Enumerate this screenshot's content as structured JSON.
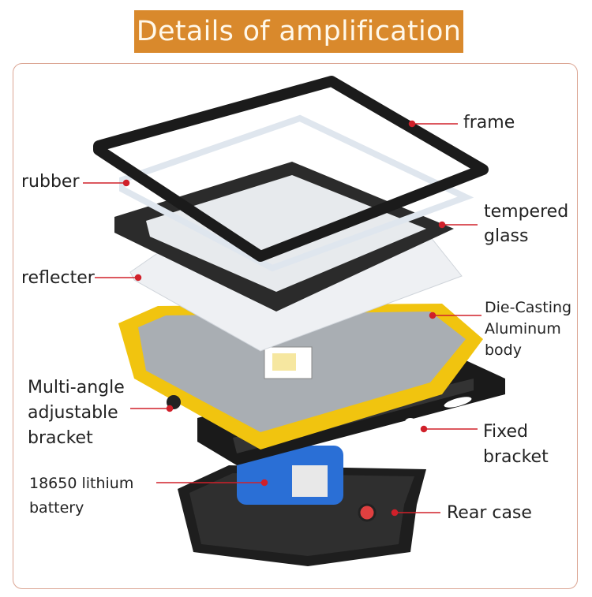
{
  "title": "Details of amplification",
  "colors": {
    "title_bg": "#d9892c",
    "leader": "#d0202a",
    "border": "#dba593"
  },
  "labels": {
    "frame": "frame",
    "rubber": "rubber",
    "tempered_glass": [
      "tempered",
      "glass"
    ],
    "reflecter": "reflecter",
    "body": [
      "Die-Casting",
      "Aluminum",
      "body"
    ],
    "multi_angle_bracket": [
      "Multi-angle",
      "adjustable",
      "bracket"
    ],
    "fixed_bracket": [
      "Fixed",
      "bracket"
    ],
    "battery": [
      "18650 lithium",
      "battery"
    ],
    "rear_case": "Rear case"
  }
}
